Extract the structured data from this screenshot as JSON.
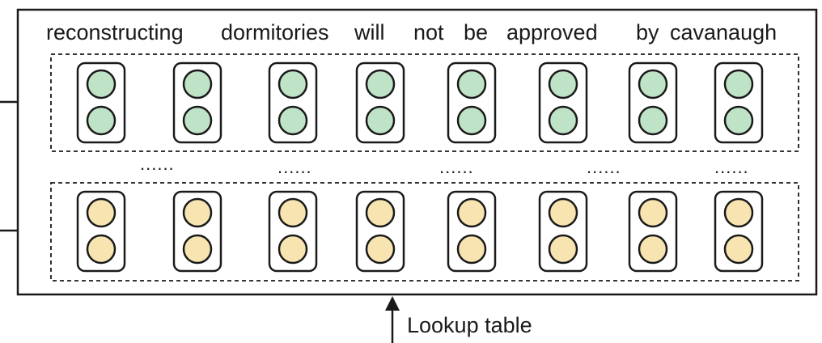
{
  "words": [
    "reconstructing",
    "dormitories",
    "will",
    "not",
    "be",
    "approved",
    "by",
    "cavanaugh"
  ],
  "ellipsis": "......",
  "caption": "Lookup table",
  "colors": {
    "stroke": "#1a1a1a",
    "green_fill": "#bfe3c6",
    "yellow_fill": "#f7e4b0",
    "background": "#ffffff"
  },
  "rows": [
    {
      "name": "green-row",
      "units": 8,
      "circles_per_unit": 2,
      "fill": "green_fill"
    },
    {
      "name": "yellow-row",
      "units": 8,
      "circles_per_unit": 2,
      "fill": "yellow_fill"
    }
  ]
}
